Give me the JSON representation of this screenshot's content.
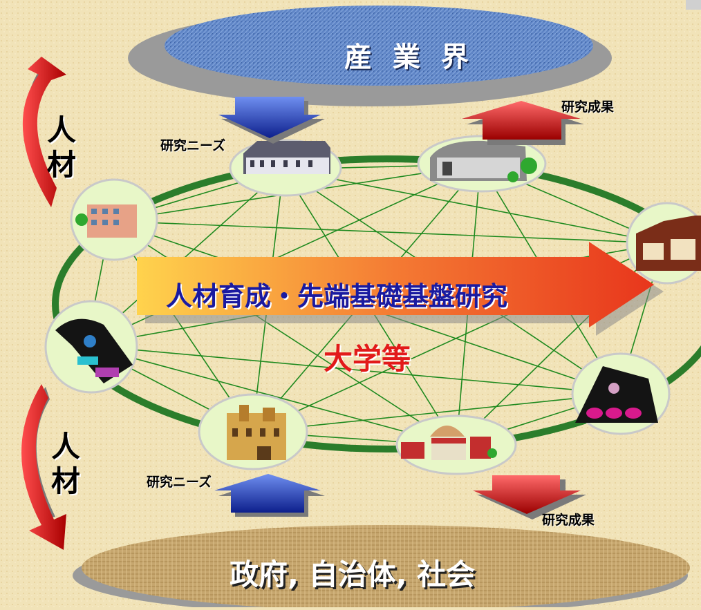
{
  "top_sector": "産 業 界",
  "bottom_sector": "政府, 自治体, 社会",
  "center_label": "大学等",
  "main_arrow_label": "人材育成・先端基礎基盤研究",
  "research_needs_top": "研究ニーズ",
  "research_results_top": "研究成果",
  "research_needs_bottom": "研究ニーズ",
  "research_results_bottom": "研究成果",
  "human_resources_top": [
    "人",
    "材"
  ],
  "human_resources_bottom": [
    "人",
    "材"
  ],
  "colors": {
    "background": "#f1e3b8",
    "industry_fill": "#5d82c2",
    "society_fill": "#c6a66e",
    "network_line": "#1f8a1f",
    "ring": "#2b7d2b",
    "node_fill": "#e8f7c8",
    "blue_arrow": "#1f3fbf",
    "red_arrow": "#d20f1f",
    "curved_arrow": "#d9141b",
    "main_arrow_start": "#ffd34d",
    "main_arrow_end": "#e8361c",
    "center_text": "#e21a1a",
    "main_text": "#1a1aa0"
  },
  "node_icons": [
    "building-icon",
    "gymnasium-icon",
    "factory-icon",
    "office-building-icon",
    "classroom-icon",
    "lecture-hall-icon",
    "college-campus-icon",
    "castle-icon"
  ]
}
